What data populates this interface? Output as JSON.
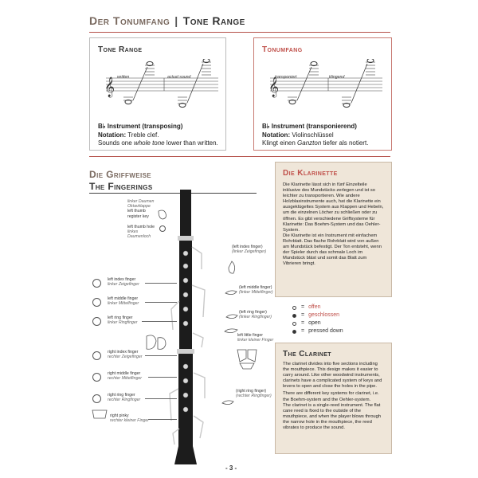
{
  "header": {
    "title_de": "Der Tonumfang",
    "separator": "|",
    "title_en": "Tone Range"
  },
  "tone_range_en": {
    "title": "Tone Range",
    "staff_label_1": "written",
    "staff_label_2": "actual sound",
    "line1_a": "B",
    "line1_b": " Instrument (transposing)",
    "line2_label": "Notation:",
    "line2_value": " Treble clef.",
    "line3_a": "Sounds one ",
    "line3_em": "whole tone",
    "line3_b": " lower than written."
  },
  "tone_range_de": {
    "title": "Tonumfang",
    "staff_label_1": "transponiert",
    "staff_label_2": "klingend",
    "line1_a": "B",
    "line1_b": "  Instrument (transponierend)",
    "line2_label": "Notation:",
    "line2_value": " Violinschlüssel",
    "line3_a": "Klingt einen ",
    "line3_em": "Ganzton",
    "line3_b": " tiefer als notiert."
  },
  "fingerings": {
    "title_de": "Die Griffweise",
    "title_en": "The Fingerings"
  },
  "finger_labels": {
    "left_thumb_key_de": "linker Daumen",
    "left_thumb_key_de2": "Oktavklappe",
    "left_thumb_key_en": "left thumb",
    "left_thumb_key_en2": "register key",
    "left_thumb_hole_en": "left thumb hole",
    "left_thumb_hole_de": "linkes",
    "left_thumb_hole_de2": "Daumenloch",
    "left_index_en": "left index finger",
    "left_index_de": "linker Zeigefinger",
    "left_middle_en": "left middle finger",
    "left_middle_de": "linker Mittelfinger",
    "left_ring_en": "left ring finger",
    "left_ring_de": "linker Ringfinger",
    "right_index_en": "right index finger",
    "right_index_de": "rechter Zeigefinger",
    "right_middle_en": "right middle finger",
    "right_middle_de": "rechter Mittelfinger",
    "right_ring_en": "right ring finger",
    "right_ring_de": "rechter Ringfinger",
    "right_pinky_en": "right pinky",
    "right_pinky_de": "rechter kleiner Finger",
    "r_left_index_en": "(left index finger)",
    "r_left_index_de": "(linker Zeigefinger)",
    "r_left_middle_en": "(left middle finger)",
    "r_left_middle_de": "(linker Mittelfinger)",
    "r_left_ring_en": "(left ring finger)",
    "r_left_ring_de": "(linker Ringfinger)",
    "r_left_little_en": "left little finger",
    "r_left_little_de": "linker kleiner Finger",
    "r_right_ring_en": "(right ring finger)",
    "r_right_ring_de": "(rechter Ringfinger)"
  },
  "klarinette": {
    "title": "Die Klarinette",
    "text": "Die Klarinette lässt sich in fünf Einzelteile inklusive des Mundstücks zerlegen und ist so leichter zu transportieren. Wie andere Holzblasinstrumente auch, hat die Klarinette ein ausgeklügeltes System aus Klappen und Hebeln, um die einzelnen Löcher zu schließen oder zu öffnen. Es gibt verschiedene Griffsysteme für Klarinette: Das Boehm-System und das Oehler-System.",
    "text2": "Die Klarinette ist ein Instrument mit einfachem Rohrblatt. Das flache Rohrblatt wird von außen am Mundstück befestigt. Der Ton entsteht, wenn der Spieler durch das schmale Loch im Mundstück bläst und somit das Blatt zum Vibrieren bringt."
  },
  "legend": {
    "open_de": "offen",
    "closed_de": "geschlossen",
    "open_en": "open",
    "pressed_en": "pressed down",
    "eq": "="
  },
  "clarinet": {
    "title": "The Clarinet",
    "text": "The clarinet divides into five sections including the mouthpiece. This design makes it easier to carry around. Like other woodwind instruments, clarinets have a complicated system of keys and levers to open and close the holes in the pipe.",
    "text2": "There are different key systems for clarinet, i.e. the Boehm-system and the Oehler-system.",
    "text3": "The clarinet is a single-reed instrument. The flat cane reed is fixed to the outside of the mouthpiece, and when the player blows through the narrow hole in the mouthpiece, the reed vibrates to produce the sound."
  },
  "page_number": "- 3 -",
  "colors": {
    "accent": "#c0504a",
    "panel_bg": "#efe6d9",
    "instrument": "#1c1c1c"
  }
}
